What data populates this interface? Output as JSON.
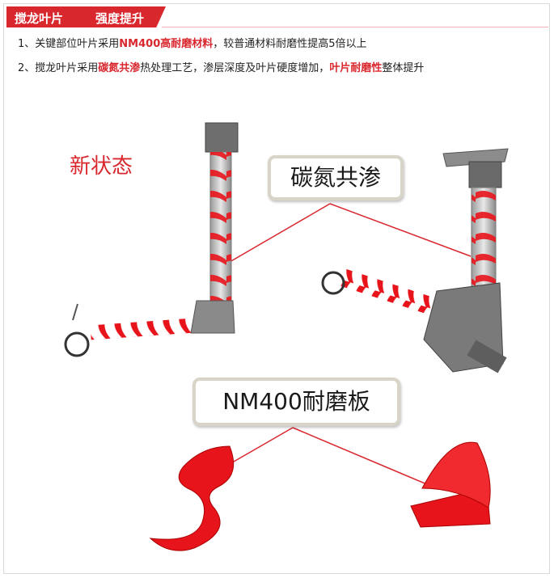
{
  "header": {
    "title": "搅龙叶片",
    "subtitle": "强度提升"
  },
  "points": [
    {
      "prefix": "1、关键部位叶片采用",
      "highlight1": "NM400高耐磨材料",
      "middle": "，较普通材料耐磨性提高5倍以上",
      "highlight2": "",
      "suffix": ""
    },
    {
      "prefix": "2、搅龙叶片采用",
      "highlight1": "碳氮共渗",
      "middle": "热处理工艺，渗层深度及叶片硬度增加，",
      "highlight2": "叶片耐磨性",
      "suffix": "整体提升"
    }
  ],
  "state_label": "新状态",
  "callouts": {
    "treatment": "碳氮共渗",
    "material": "NM400耐磨板"
  },
  "colors": {
    "accent": "#d9272e",
    "callout_border": "#d8d4c8",
    "machine_gray": "#7d7d7d",
    "auger_red": "#e8141b"
  }
}
